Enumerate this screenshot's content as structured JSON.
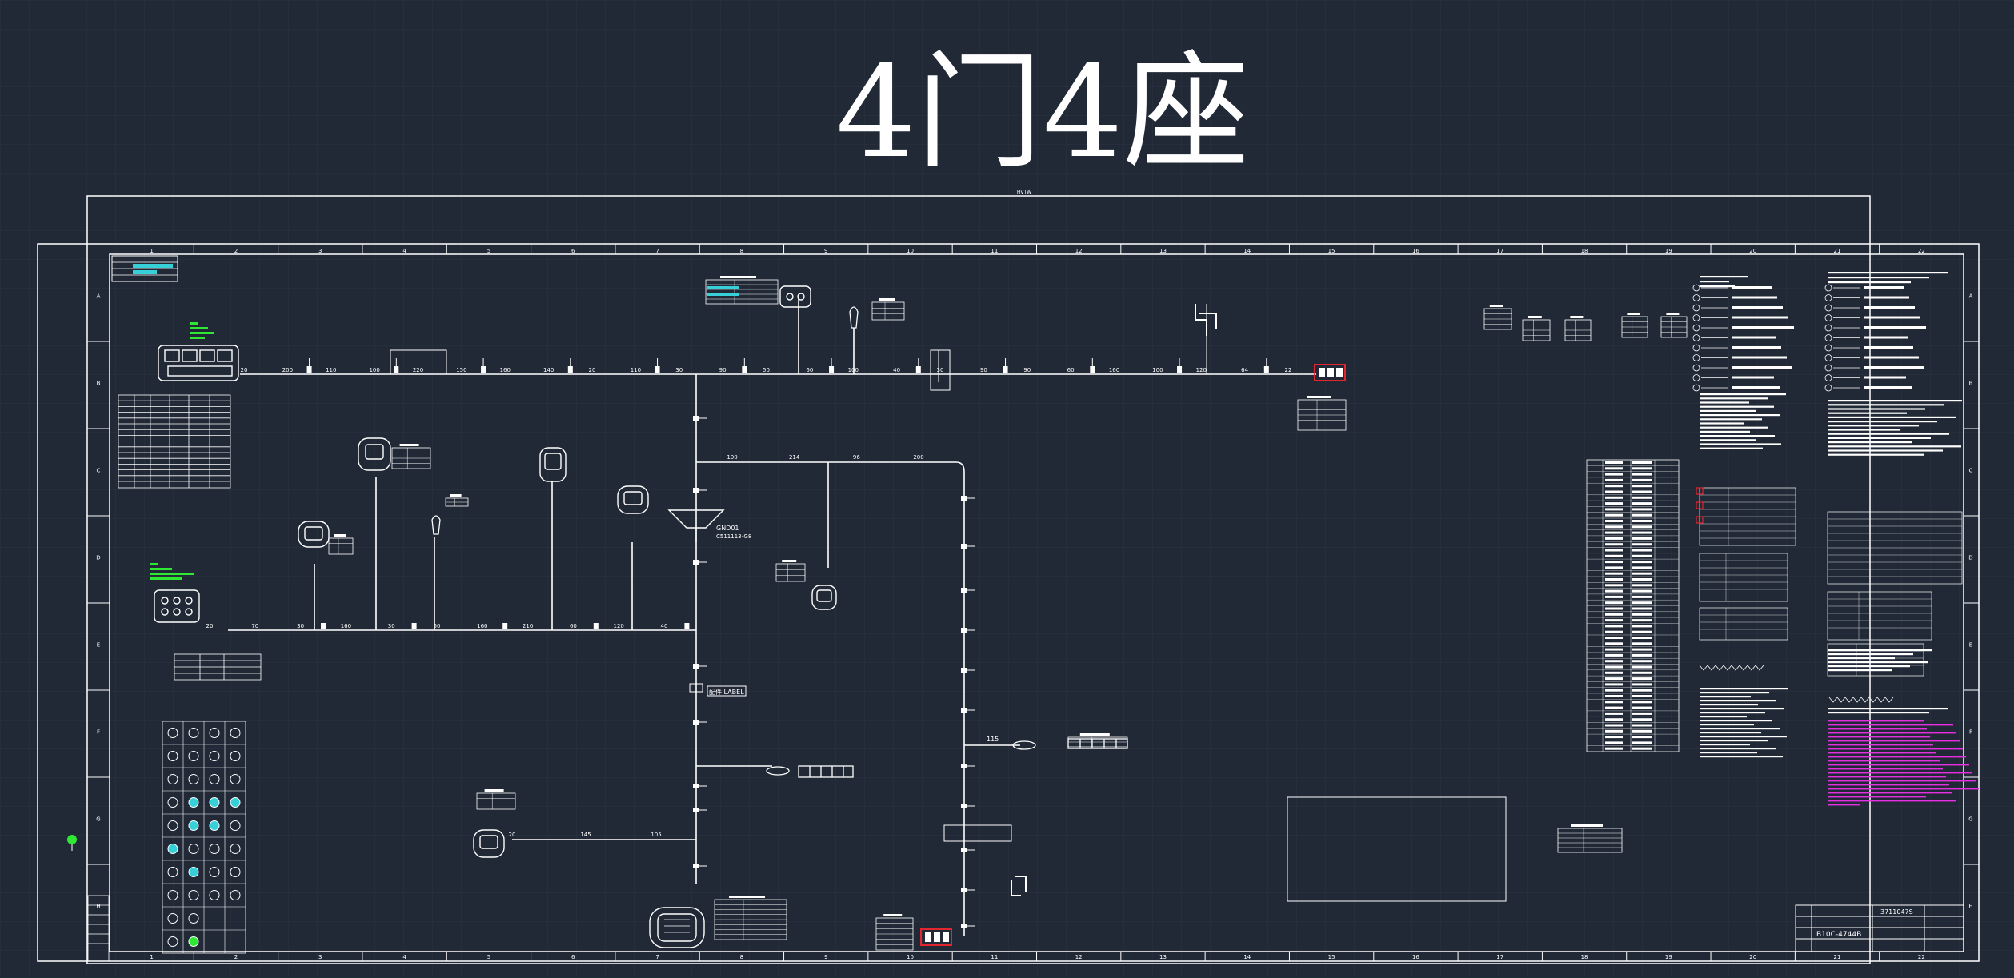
{
  "drawing": {
    "title": "4门4座",
    "frame_cols": [
      "1",
      "2",
      "3",
      "4",
      "5",
      "6",
      "7",
      "8",
      "9",
      "10",
      "11",
      "12",
      "13",
      "14",
      "15",
      "16",
      "17",
      "18",
      "19",
      "20",
      "21",
      "22"
    ],
    "frame_rows": [
      "A",
      "B",
      "C",
      "D",
      "E",
      "F",
      "G",
      "H"
    ],
    "main_bus_wire_labels": [
      "20",
      "200",
      "110",
      "100",
      "220",
      "150",
      "160",
      "140",
      "20",
      "110",
      "30",
      "90",
      "50",
      "60",
      "100",
      "40",
      "30",
      "90",
      "90",
      "60",
      "160",
      "100",
      "120",
      "64",
      "22"
    ],
    "lower_bus_wire_labels": [
      "20",
      "70",
      "30",
      "160",
      "30",
      "60",
      "160",
      "210",
      "60",
      "120",
      "40"
    ],
    "loop_wire_labels": [
      "100",
      "214",
      "96",
      "200"
    ],
    "ground_label": "GND01",
    "ground_sub": "C511113-G8",
    "splice_label": "配件 LABEL",
    "branch_wire_label": "115",
    "bottom_wire_labels": [
      "20",
      "145",
      "105"
    ],
    "title_block": {
      "part_no": "3711047S",
      "code": "B10C-4744B"
    },
    "colors": {
      "background": "#212936",
      "grid": "#2c3443",
      "line": "#ffffff",
      "accent_green": "#2ee834",
      "accent_cyan": "#37d0d8",
      "accent_magenta": "#e52fe0",
      "accent_red": "#e2262f"
    }
  }
}
